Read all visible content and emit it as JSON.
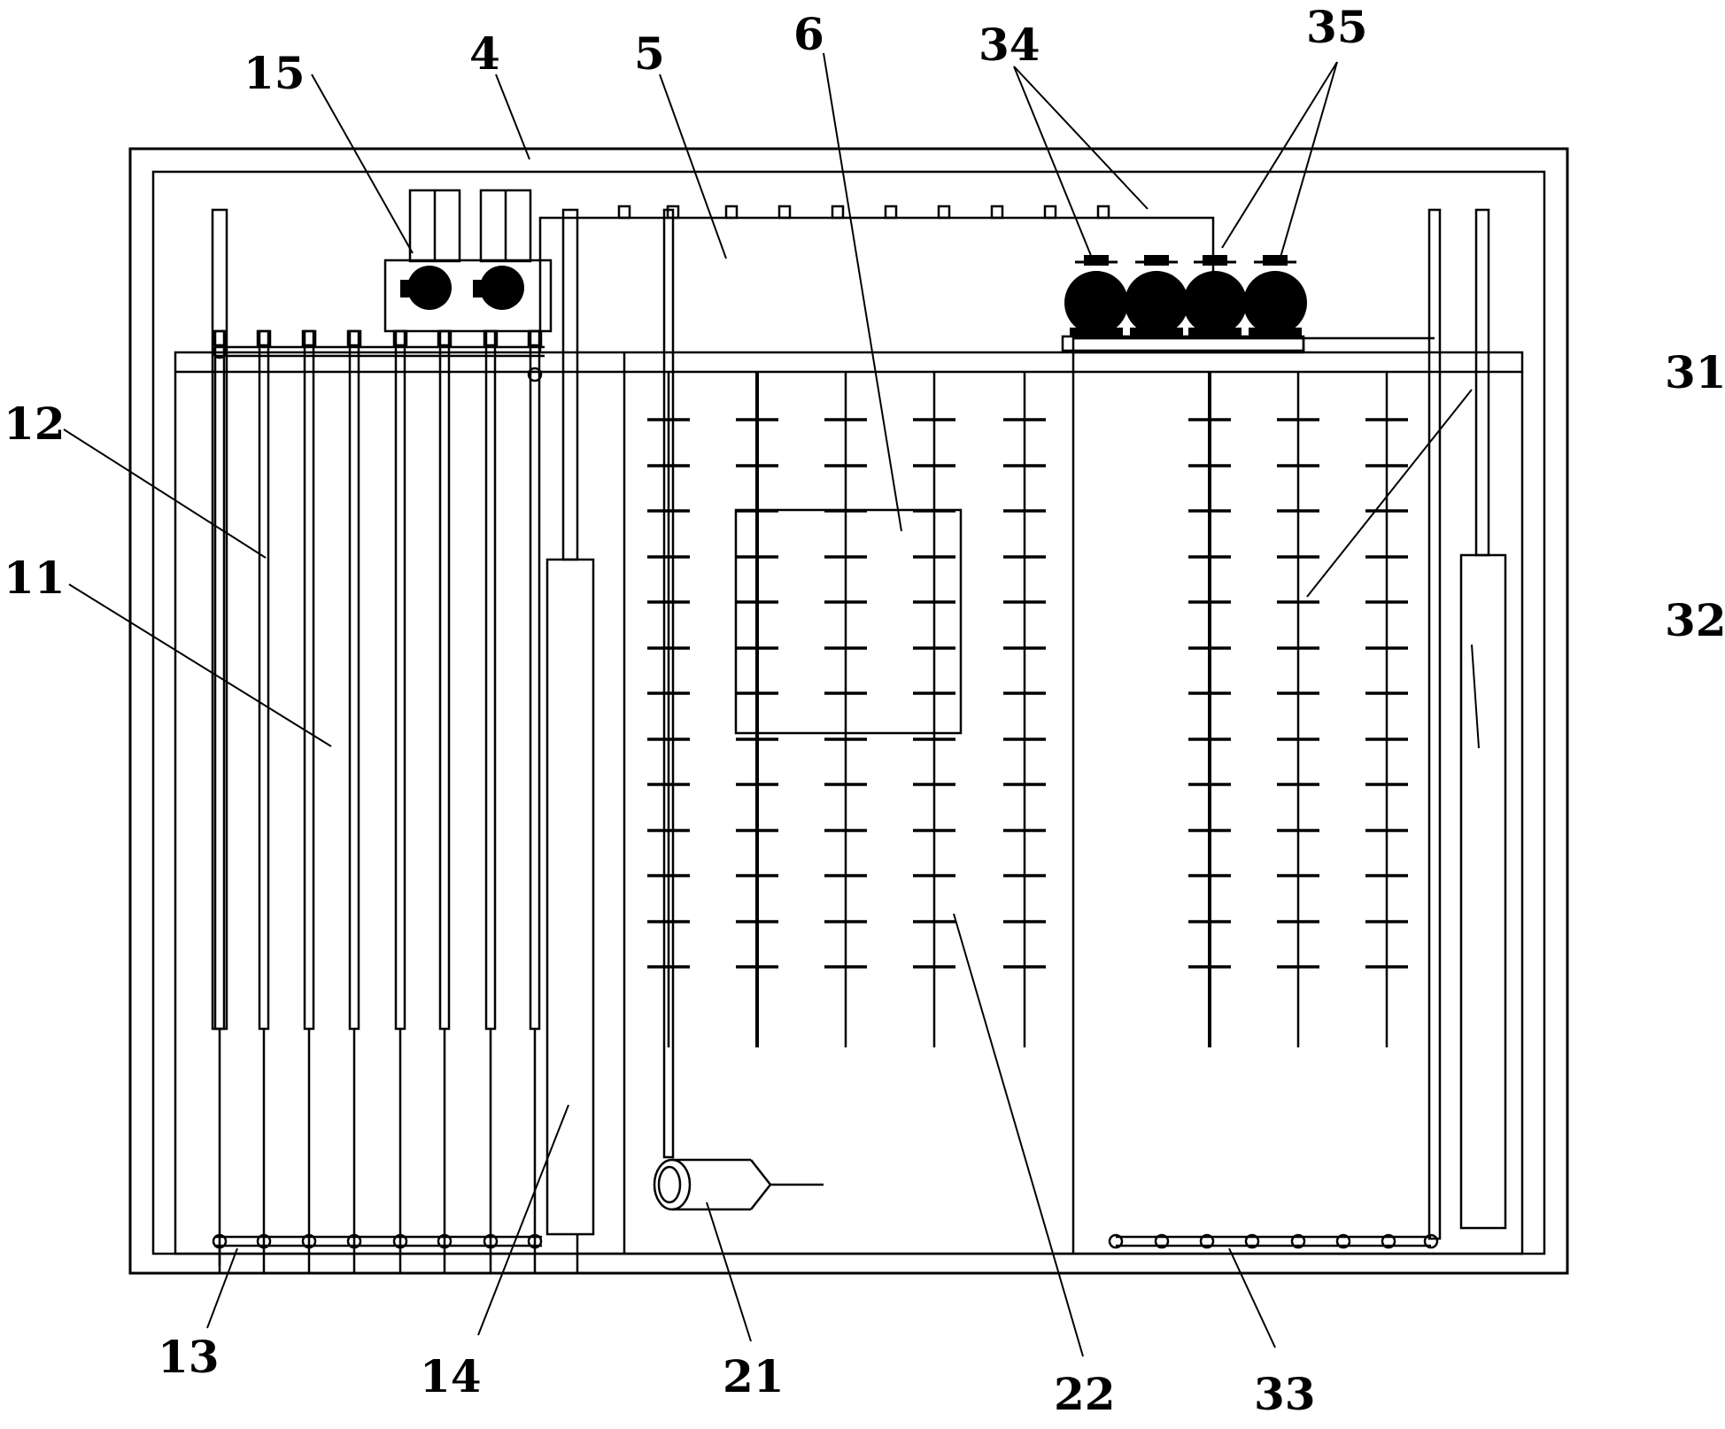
{
  "labels": {
    "l4": "4",
    "l5": "5",
    "l6": "6",
    "l11": "11",
    "l12": "12",
    "l13": "13",
    "l14": "14",
    "l15": "15",
    "l21": "21",
    "l22": "22",
    "l31": "31",
    "l32": "32",
    "l33": "33",
    "l34": "34",
    "l35": "35"
  }
}
